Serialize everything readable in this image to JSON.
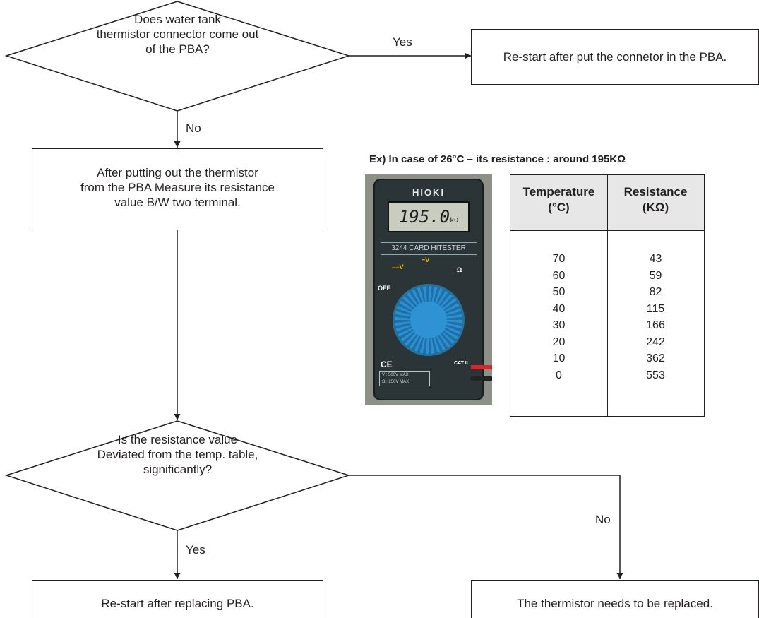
{
  "flow": {
    "q1": "Does water tank\nthermistor connector come out\nof the PBA?",
    "yes1": "Yes",
    "action1": "Re-start after put the connetor in the PBA.",
    "no1": "No",
    "step2": "After putting out the thermistor\nfrom the PBA Measure its resistance\nvalue B/W two terminal.",
    "q2": "Is the resistance value\nDeviated from the temp. table,\nsignificantly?",
    "yes2": "Yes",
    "no2": "No",
    "action_yes": "Re-start after replacing PBA.",
    "action_no": "The thermistor needs to be replaced."
  },
  "example_note": "Ex) In case of 26°C – its resistance : around  195KΩ",
  "meter": {
    "brand": "HIOKI",
    "display": "195.0",
    "display_unit": "kΩ",
    "model": "3244 CARD HITESTER",
    "marks": [
      "OFF",
      "==V",
      "~V",
      "Ω",
      "CE",
      "CAT II"
    ],
    "plate": [
      "V  : 500V MAX",
      "Ω : 250V MAX"
    ]
  },
  "table": {
    "headers": [
      "Temperature\n(°C)",
      "Resistance\n(KΩ)"
    ],
    "rows": [
      [
        "70",
        "43"
      ],
      [
        "60",
        "59"
      ],
      [
        "50",
        "82"
      ],
      [
        "40",
        "115"
      ],
      [
        "30",
        "166"
      ],
      [
        "20",
        "242"
      ],
      [
        "10",
        "362"
      ],
      [
        "0",
        "553"
      ]
    ]
  },
  "colors": {
    "line": "#231f20",
    "table_header_bg": "#e7e7e7",
    "dial_blue": "#2c8fd0"
  }
}
